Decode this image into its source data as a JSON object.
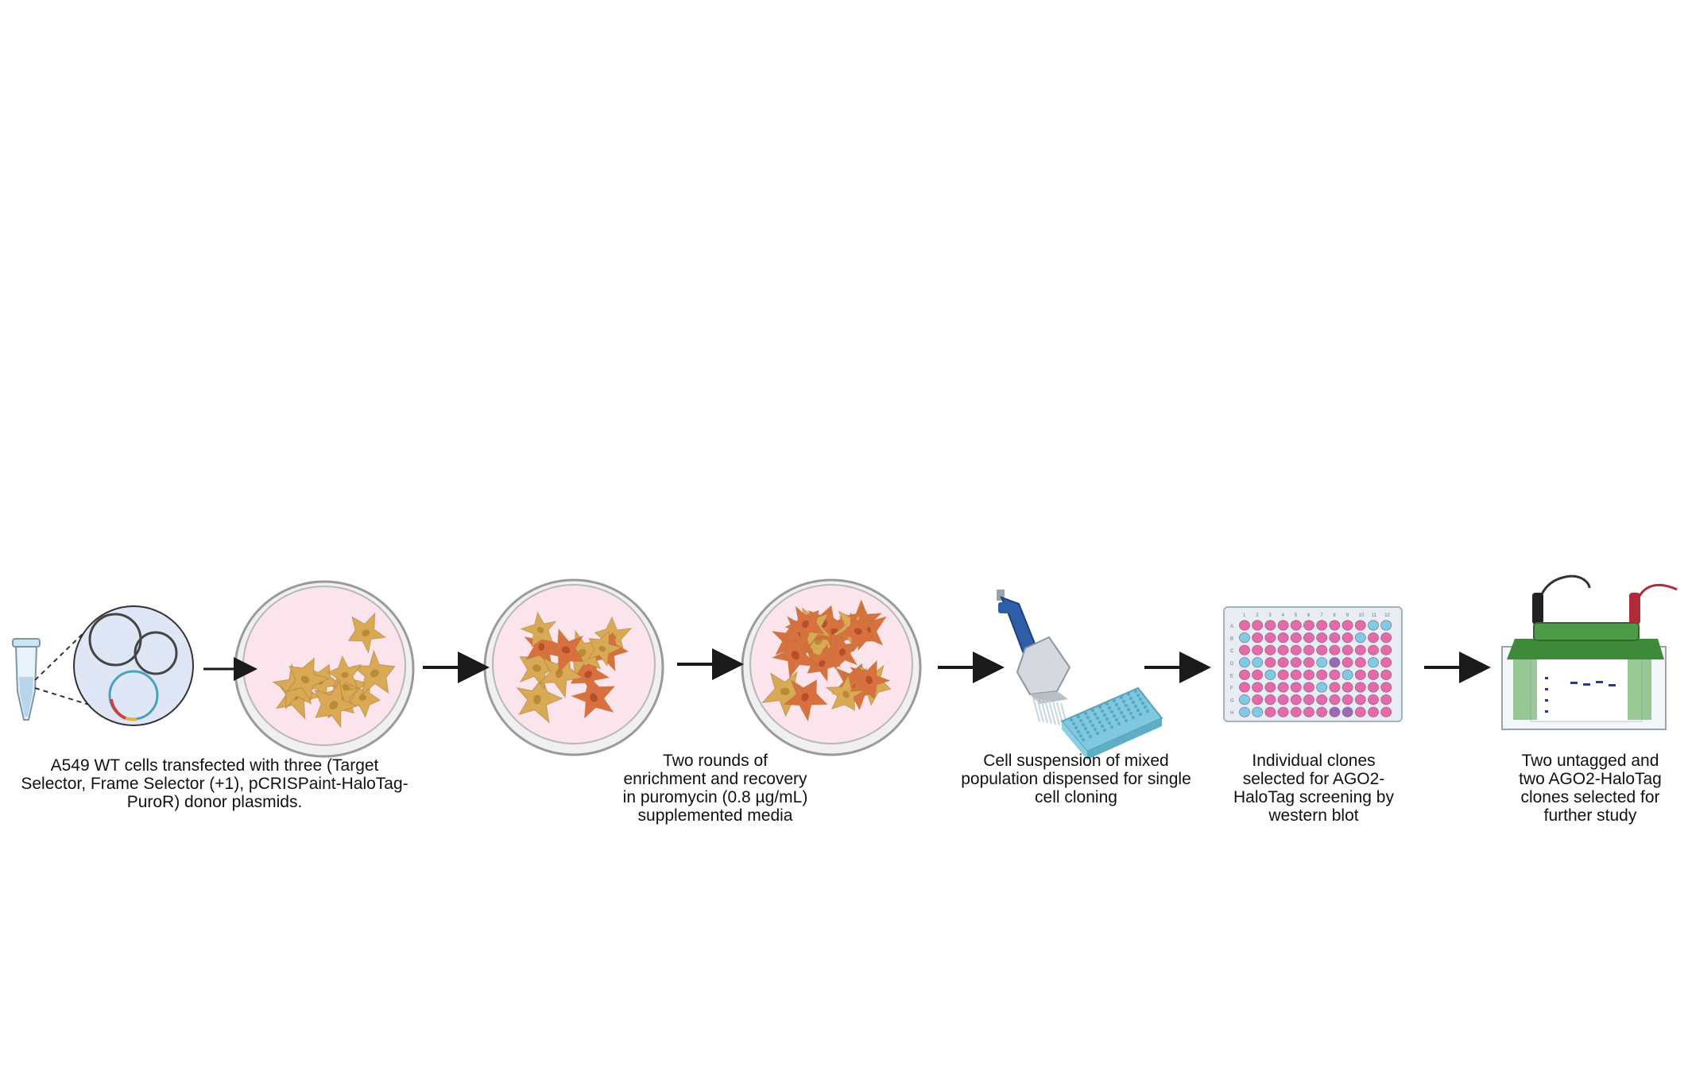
{
  "steps": [
    {
      "caption": "A549 WT cells transfected with three (Target\nSelector, Frame Selector (+1), pCRISPaint-HaloTag-\nPuroR) donor plasmids."
    },
    {
      "caption": "Two rounds of\nenrichment and recovery\nin puromycin (0.8 µg/mL)\nsupplemented media"
    },
    {
      "caption": "Cell suspension of mixed\npopulation dispensed for single\ncell cloning"
    },
    {
      "caption": "Individual clones\nselected for AGO2-\nHaloTag screening by\nwestern blot"
    },
    {
      "caption": "Two untagged and\ntwo AGO2-HaloTag\nclones selected for\nfurther study"
    }
  ],
  "well_plate": {
    "column_labels": [
      "1",
      "2",
      "3",
      "4",
      "5",
      "6",
      "7",
      "8",
      "9",
      "10",
      "11",
      "12"
    ],
    "row_labels": [
      "A",
      "B",
      "C",
      "D",
      "E",
      "F",
      "G",
      "H"
    ]
  },
  "colors": {
    "dish_fill": "#fbe4ec",
    "dish_rim": "#9a9a9a",
    "cell_tan": "#d9a955",
    "cell_orange": "#d9703f",
    "well_pink": "#e46aa8",
    "well_blue": "#7fcbe6",
    "well_purple": "#9a6ab8",
    "arrow": "#1a1a1a",
    "tank_lid": "#3f8a3a",
    "lead_red": "#b02a3a",
    "pipette_blue": "#2f5ea8"
  }
}
